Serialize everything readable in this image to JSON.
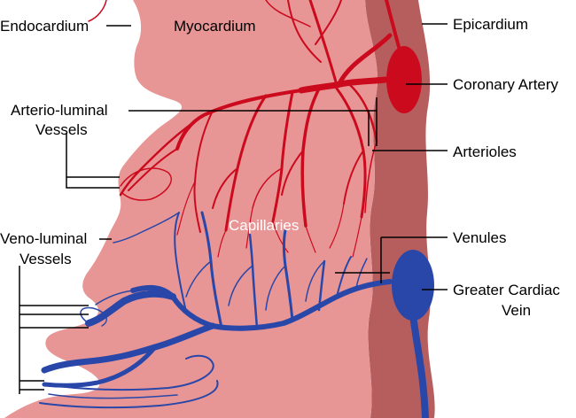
{
  "labels": {
    "endocardium": "Endocardium",
    "myocardium": "Myocardium",
    "epicardium": "Epicardium",
    "coronary_artery": "Coronary Artery",
    "arterio_luminal_1": "Arterio-luminal",
    "arterio_luminal_2": "Vessels",
    "arterioles": "Arterioles",
    "capillaries": "Capillaries",
    "veno_luminal_1": "Veno-luminal",
    "veno_luminal_2": "Vessels",
    "venules": "Venules",
    "greater_cardiac_vein_1": "Greater Cardiac",
    "greater_cardiac_vein_2": "Vein"
  },
  "colors": {
    "myocardium": "#e89595",
    "epicardium": "#b65e5e",
    "artery": "#cc0a1e",
    "vein": "#2847a8"
  }
}
